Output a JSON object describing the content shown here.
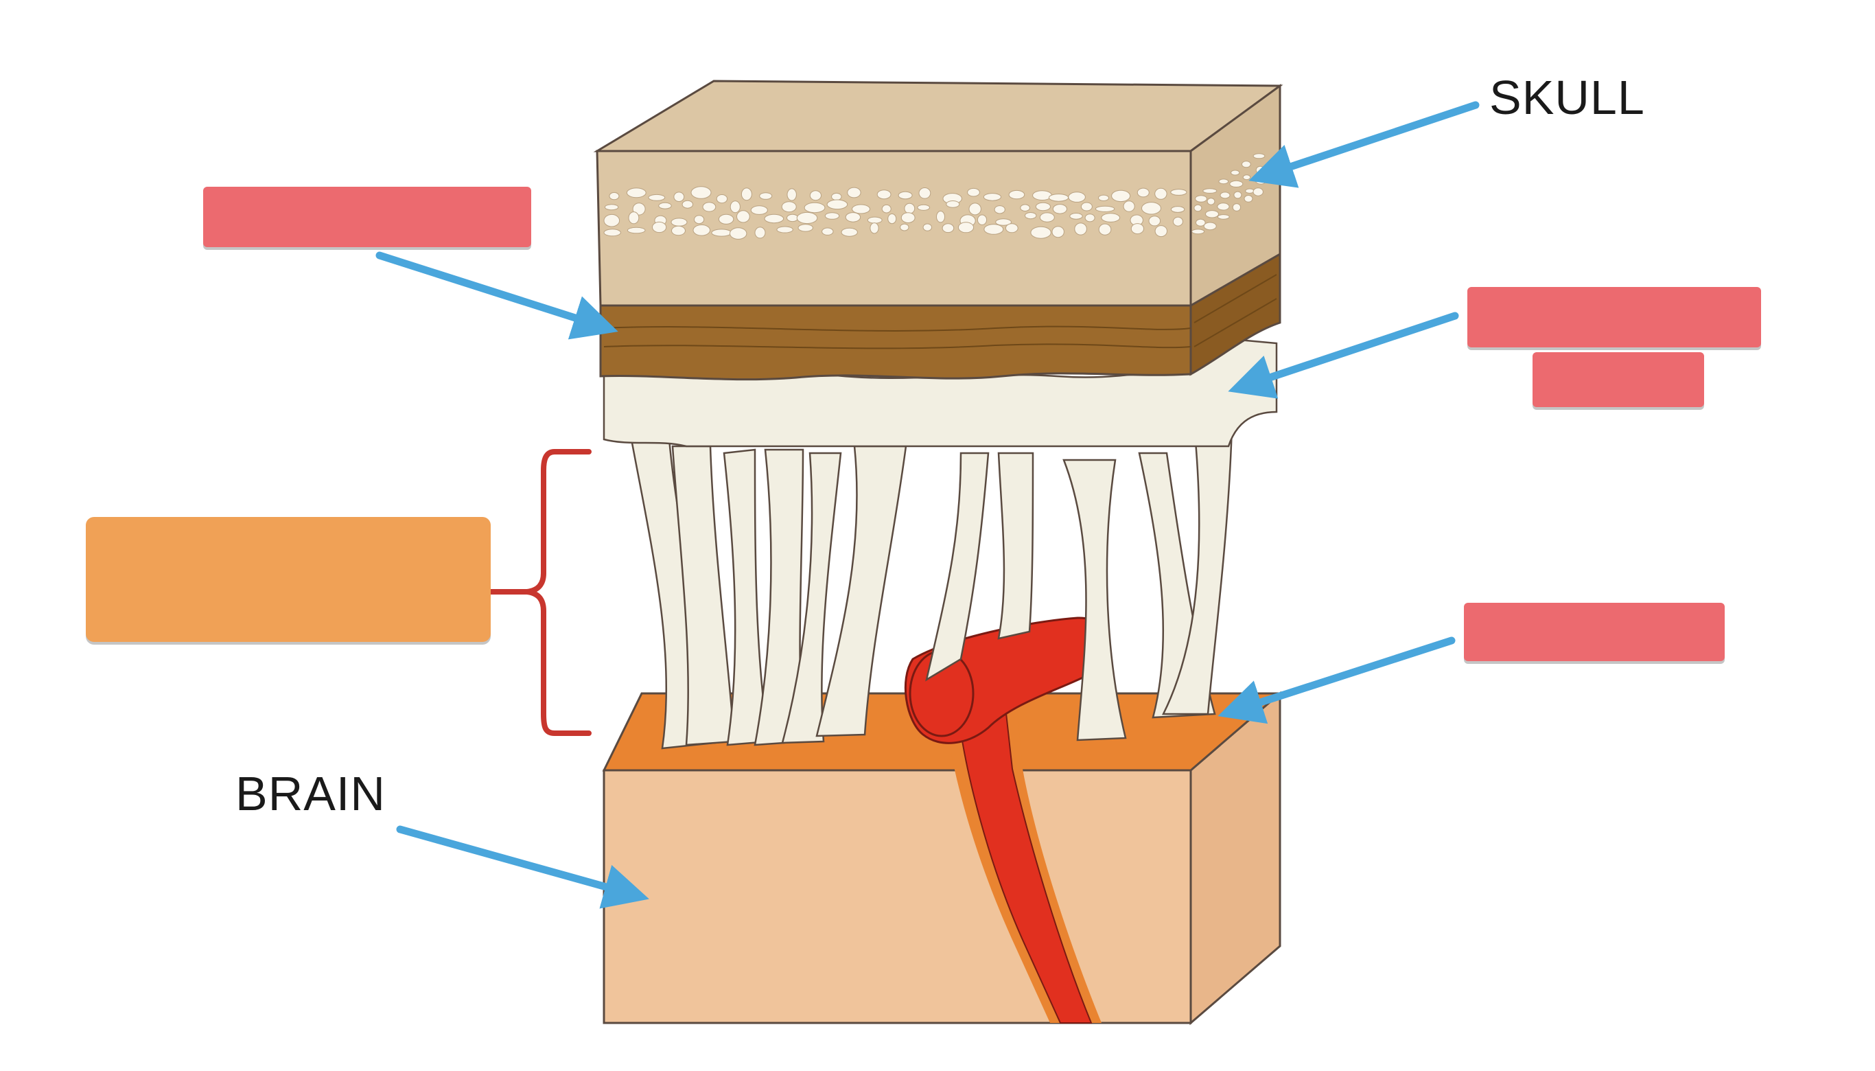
{
  "labels": {
    "skull": "SKULL",
    "brain": "BRAIN"
  },
  "answer_boxes": [
    {
      "name": "dura-mater-box",
      "color": "#ec6a6f"
    },
    {
      "name": "arachnoid-mater-box-1",
      "color": "#ec6a6f"
    },
    {
      "name": "arachnoid-mater-box-2",
      "color": "#ec6a6f"
    },
    {
      "name": "subarachnoid-space-box",
      "color": "#f0a156"
    },
    {
      "name": "pia-mater-box",
      "color": "#ec6a6f"
    }
  ],
  "colors": {
    "skull": "#dcc6a4",
    "skull_side": "#c8ad88",
    "dura": "#9c6a2c",
    "arachnoid": "#f2efe2",
    "pia": "#e98431",
    "brain": "#f0c49b",
    "brain_side": "#e8b68a",
    "vessel": "#e1301f",
    "bracket": "#c8362e",
    "arrow": "#4aa6dc",
    "label_box_red": "#ec6a6f",
    "label_box_orange": "#f0a156"
  }
}
